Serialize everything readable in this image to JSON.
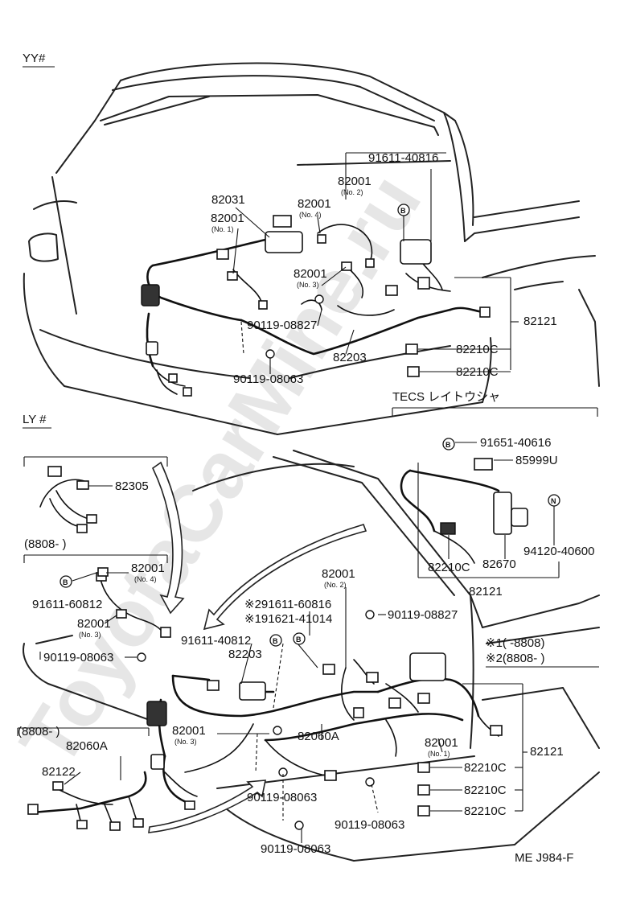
{
  "sections": {
    "top": "YY#",
    "bottom": "LY #",
    "tecs": "TECS  レイトウシャ"
  },
  "labels": {
    "p82031": "82031",
    "p82001_top_no1": "82001",
    "no1": "(No. 1)",
    "p82001_top_no4": "82001",
    "no4": "(No. 4)",
    "p82001_top_no2": "82001",
    "no2": "(No. 2)",
    "p91611_40816": "91611-40816",
    "p82001_top_no3": "82001",
    "no3": "(No. 3)",
    "p90119_08827_top": "90119-08827",
    "p82203_top": "82203",
    "p82121_top": "82121",
    "p82210c_top1": "82210C",
    "p82210c_top2": "82210C",
    "p90119_08063_top": "90119-08063",
    "p91651_40616": "91651-40616",
    "p85999u": "85999U",
    "p94120_40600": "94120-40600",
    "p82210c_tecs": "82210C",
    "p82670": "82670",
    "p82121_tecs": "82121",
    "p82305": "82305",
    "range_8808_a": "(8808-        )",
    "p82001_b_no4": "82001",
    "p91611_60812": "91611-60812",
    "p82001_b_no3a": "82001",
    "p90119_08063_b1": "90119-08063",
    "p82001_b_no2": "82001",
    "p_star2_91611_60816": "※291611-60816",
    "p_star1_91621_41014": "※191621-41014",
    "p90119_08827_b": "90119-08827",
    "p91611_40812": "91611-40812",
    "p82203_b": "82203",
    "note_star1": "※1(        -8808)",
    "note_star2": "※2(8808-        )",
    "range_8808_b": "(8808-        )",
    "p82060a_left": "82060A",
    "p82122": "82122",
    "p82001_b_no3b": "82001",
    "p82060a_mid": "82060A",
    "p82001_b_no1": "82001",
    "p82121_b": "82121",
    "p82210c_b1": "82210C",
    "p82210c_b2": "82210C",
    "p82210c_b3": "82210C",
    "p90119_08063_b2": "90119-08063",
    "p90119_08063_b3": "90119-08063",
    "p90119_08063_b4": "90119-08063",
    "ref_code": "ME  J984-F"
  },
  "circle_marks": {
    "B": "B",
    "N": "N"
  },
  "watermark": "ToyotaCarMine.ru"
}
